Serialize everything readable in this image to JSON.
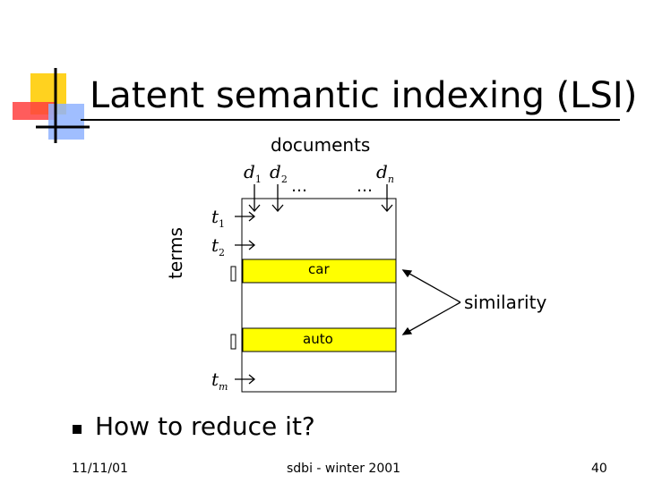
{
  "slide": {
    "title": "Latent semantic indexing (LSI)",
    "bullet": "How to reduce it?"
  },
  "diagram": {
    "columns_label": "documents",
    "rows_label": "terms",
    "doc_labels": [
      {
        "base": "d",
        "sub": "1"
      },
      {
        "base": "d",
        "sub": "2"
      },
      {
        "base": "d",
        "sub": "n"
      }
    ],
    "ellipsis": "…",
    "term_labels": [
      {
        "base": "t",
        "sub": "1"
      },
      {
        "base": "t",
        "sub": "2"
      },
      {
        "base": "t",
        "sub": "m"
      }
    ],
    "row_car": "car",
    "row_auto": "auto",
    "similarity_label": "similarity",
    "highlight_color": "#ffff00"
  },
  "footer": {
    "date": "11/11/01",
    "course": "sdbi - winter 2001",
    "page": "40"
  }
}
